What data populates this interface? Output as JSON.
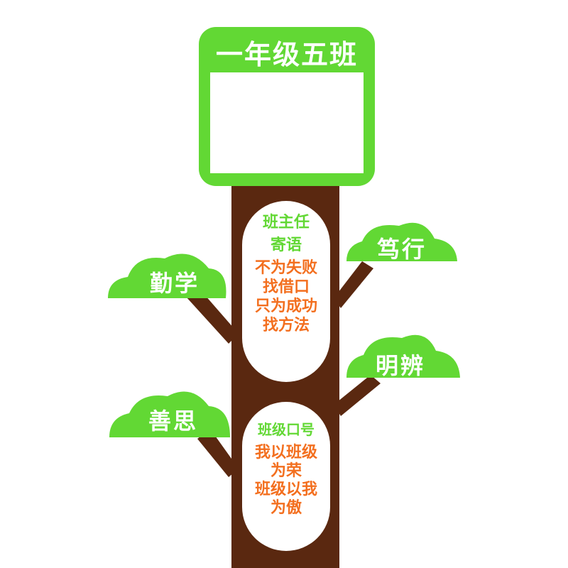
{
  "board": {
    "title": "一年级五班"
  },
  "message": {
    "heading": [
      "班主任",
      "寄语"
    ],
    "lines": [
      "不为失败",
      "找借口",
      "只为成功",
      "找方法"
    ]
  },
  "slogan": {
    "heading": "班级口号",
    "lines": [
      "我以班级",
      "为荣",
      "班级以我",
      "为傲"
    ]
  },
  "clouds": {
    "left_top": "勤学",
    "left_bottom": "善思",
    "right_top": "笃行",
    "right_bottom": "明辨"
  },
  "colors": {
    "green": "#62d834",
    "trunk": "#5a2810",
    "orange": "#f36f1f",
    "white": "#ffffff"
  }
}
